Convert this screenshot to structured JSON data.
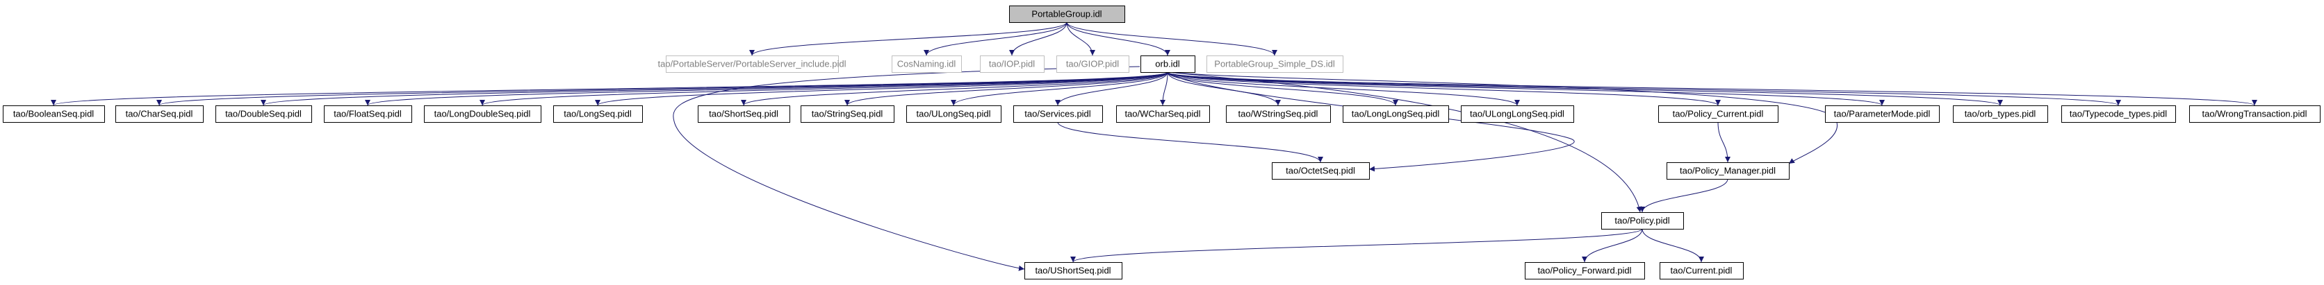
{
  "graph": {
    "root": "PortableGroup.idl",
    "colors": {
      "root_fill": "#bfbfbf",
      "node_fill": "#ffffff",
      "edge": "#191970",
      "border": "#000000",
      "external_border": "#bfbfbf",
      "external_text": "#808080",
      "text": "#000000"
    },
    "nodes": [
      {
        "id": "n0",
        "label": "PortableGroup.idl",
        "kind": "root"
      },
      {
        "id": "n1",
        "label": "tao/PortableServer/PortableServer_include.pidl",
        "kind": "external"
      },
      {
        "id": "n2",
        "label": "CosNaming.idl",
        "kind": "external"
      },
      {
        "id": "n3",
        "label": "tao/IOP.pidl",
        "kind": "external"
      },
      {
        "id": "n4",
        "label": "tao/GIOP.pidl",
        "kind": "external"
      },
      {
        "id": "n5",
        "label": "orb.idl",
        "kind": "normal"
      },
      {
        "id": "n6",
        "label": "PortableGroup_Simple_DS.idl",
        "kind": "external"
      },
      {
        "id": "n7",
        "label": "tao/BooleanSeq.pidl",
        "kind": "normal"
      },
      {
        "id": "n8",
        "label": "tao/CharSeq.pidl",
        "kind": "normal"
      },
      {
        "id": "n9",
        "label": "tao/DoubleSeq.pidl",
        "kind": "normal"
      },
      {
        "id": "n10",
        "label": "tao/FloatSeq.pidl",
        "kind": "normal"
      },
      {
        "id": "n11",
        "label": "tao/LongDoubleSeq.pidl",
        "kind": "normal"
      },
      {
        "id": "n12",
        "label": "tao/LongSeq.pidl",
        "kind": "normal"
      },
      {
        "id": "n13",
        "label": "tao/ShortSeq.pidl",
        "kind": "normal"
      },
      {
        "id": "n14",
        "label": "tao/StringSeq.pidl",
        "kind": "normal"
      },
      {
        "id": "n15",
        "label": "tao/ULongSeq.pidl",
        "kind": "normal"
      },
      {
        "id": "n16",
        "label": "tao/Services.pidl",
        "kind": "normal"
      },
      {
        "id": "n17",
        "label": "tao/WCharSeq.pidl",
        "kind": "normal"
      },
      {
        "id": "n18",
        "label": "tao/WStringSeq.pidl",
        "kind": "normal"
      },
      {
        "id": "n19",
        "label": "tao/LongLongSeq.pidl",
        "kind": "normal"
      },
      {
        "id": "n20",
        "label": "tao/ULongLongSeq.pidl",
        "kind": "normal"
      },
      {
        "id": "n21",
        "label": "tao/Policy_Current.pidl",
        "kind": "normal"
      },
      {
        "id": "n22",
        "label": "tao/ParameterMode.pidl",
        "kind": "normal"
      },
      {
        "id": "n23",
        "label": "tao/orb_types.pidl",
        "kind": "normal"
      },
      {
        "id": "n24",
        "label": "tao/Typecode_types.pidl",
        "kind": "normal"
      },
      {
        "id": "n25",
        "label": "tao/WrongTransaction.pidl",
        "kind": "normal"
      },
      {
        "id": "n26",
        "label": "tao/OctetSeq.pidl",
        "kind": "normal"
      },
      {
        "id": "n27",
        "label": "tao/Policy_Manager.pidl",
        "kind": "normal"
      },
      {
        "id": "n28",
        "label": "tao/Policy.pidl",
        "kind": "normal"
      },
      {
        "id": "n29",
        "label": "tao/UShortSeq.pidl",
        "kind": "normal"
      },
      {
        "id": "n30",
        "label": "tao/Policy_Forward.pidl",
        "kind": "normal"
      },
      {
        "id": "n31",
        "label": "tao/Current.pidl",
        "kind": "normal"
      }
    ],
    "edges": [
      [
        "n0",
        "n1"
      ],
      [
        "n0",
        "n2"
      ],
      [
        "n0",
        "n3"
      ],
      [
        "n0",
        "n4"
      ],
      [
        "n0",
        "n5"
      ],
      [
        "n0",
        "n6"
      ],
      [
        "n5",
        "n7"
      ],
      [
        "n5",
        "n8"
      ],
      [
        "n5",
        "n9"
      ],
      [
        "n5",
        "n10"
      ],
      [
        "n5",
        "n11"
      ],
      [
        "n5",
        "n12"
      ],
      [
        "n5",
        "n13"
      ],
      [
        "n5",
        "n14"
      ],
      [
        "n5",
        "n15"
      ],
      [
        "n5",
        "n16"
      ],
      [
        "n5",
        "n17"
      ],
      [
        "n5",
        "n18"
      ],
      [
        "n5",
        "n19"
      ],
      [
        "n5",
        "n20"
      ],
      [
        "n5",
        "n21"
      ],
      [
        "n5",
        "n22"
      ],
      [
        "n5",
        "n23"
      ],
      [
        "n5",
        "n24"
      ],
      [
        "n5",
        "n25"
      ],
      [
        "n5",
        "n26"
      ],
      [
        "n5",
        "n27"
      ],
      [
        "n5",
        "n28"
      ],
      [
        "n5",
        "n29"
      ],
      [
        "n16",
        "n26"
      ],
      [
        "n21",
        "n27"
      ],
      [
        "n27",
        "n28"
      ],
      [
        "n28",
        "n29"
      ],
      [
        "n28",
        "n30"
      ],
      [
        "n28",
        "n31"
      ]
    ]
  }
}
